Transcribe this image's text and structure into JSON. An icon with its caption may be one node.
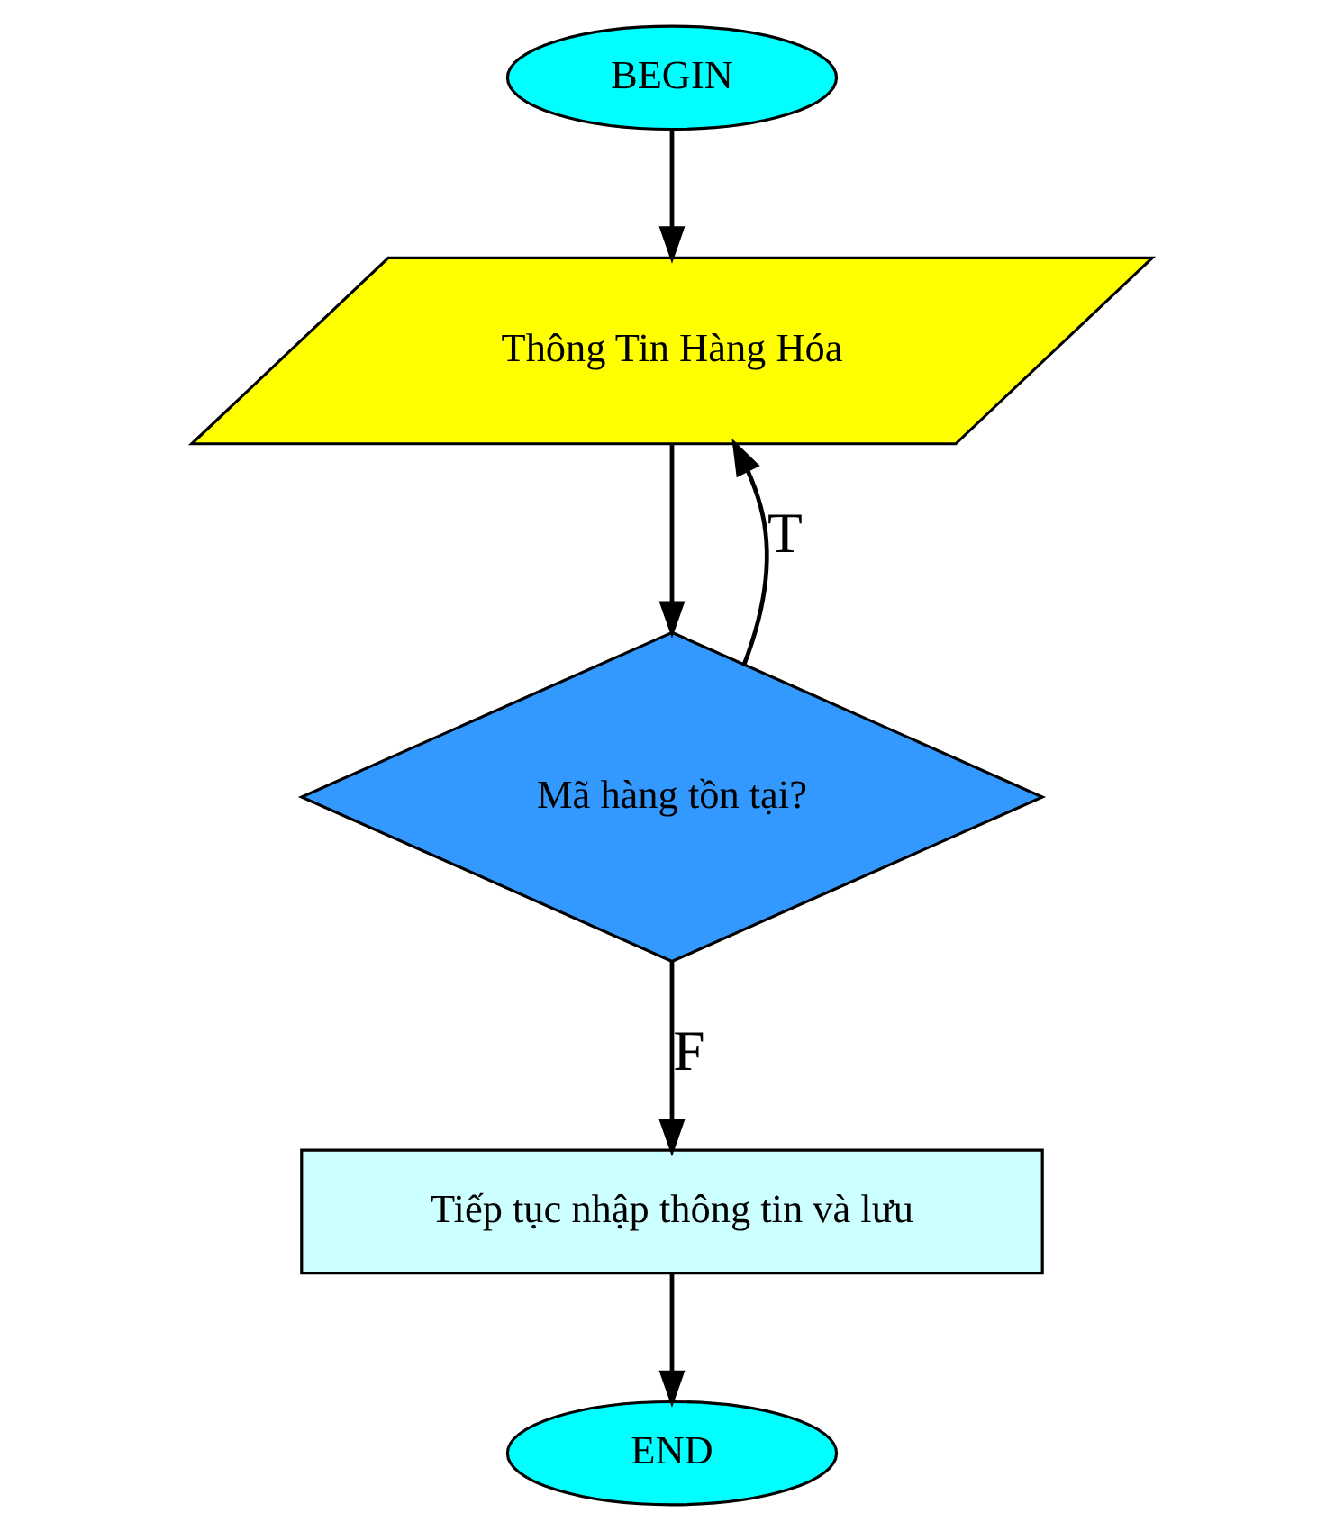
{
  "diagram": {
    "nodes": [
      {
        "text": [
          "BEGIN"
        ]
      },
      {
        "text": [
          "Thông Tin Hàng Hóa"
        ]
      },
      {
        "text": [
          "Mã hàng tồn tại?"
        ]
      },
      {
        "text": [
          "Tiếp tục nhập thông tin và lưu"
        ]
      },
      {
        "text": [
          "END"
        ]
      }
    ],
    "edges": [
      {
        "from": 0,
        "to": 1,
        "arrow": "to"
      },
      {
        "from": 1,
        "to": 2,
        "arrow": "to"
      },
      {
        "from": 2,
        "to": 1,
        "arrow": "to",
        "label": "T"
      },
      {
        "from": 2,
        "to": 3,
        "arrow": "to",
        "label": "F"
      },
      {
        "from": 3,
        "to": 4,
        "arrow": "to"
      }
    ]
  }
}
